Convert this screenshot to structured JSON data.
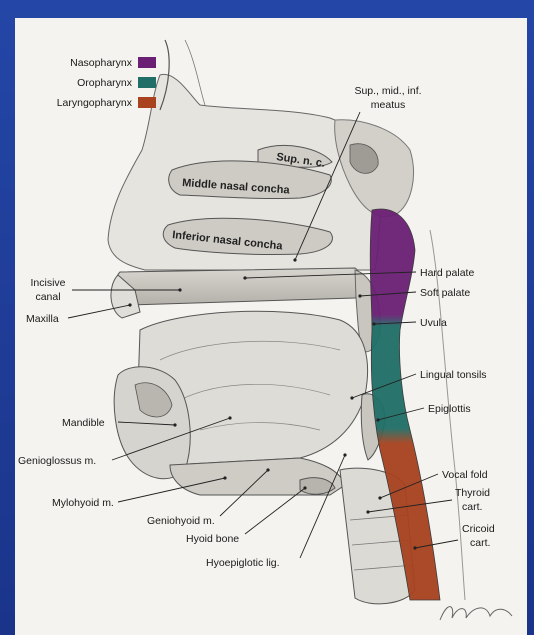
{
  "legend": [
    {
      "label": "Nasopharynx",
      "color": "#6b1f74"
    },
    {
      "label": "Oropharynx",
      "color": "#1f6f68"
    },
    {
      "label": "Laryngopharynx",
      "color": "#a8421f"
    }
  ],
  "labels": {
    "meatus_line1": "Sup., mid., inf.",
    "meatus_line2": "meatus",
    "sup_nc": "Sup. n. c.",
    "middle_concha": "Middle nasal concha",
    "inferior_concha": "Inferior nasal concha",
    "hard_palate": "Hard palate",
    "soft_palate": "Soft palate",
    "uvula": "Uvula",
    "lingual_tonsils": "Lingual tonsils",
    "epiglottis": "Epiglottis",
    "vocal_fold": "Vocal fold",
    "thyroid_line1": "Thyroid",
    "thyroid_line2": "cart.",
    "cricoid_line1": "Cricoid",
    "cricoid_line2": "cart.",
    "incisive_line1": "Incisive",
    "incisive_line2": "canal",
    "maxilla": "Maxilla",
    "mandible": "Mandible",
    "genioglossus": "Genioglossus m.",
    "mylohyoid": "Mylohyoid m.",
    "geniohyoid": "Geniohyoid m.",
    "hyoid_bone": "Hyoid bone",
    "hyoepiglottic": "Hyoepiglotic lig."
  },
  "colors": {
    "background_blue": "#1d3a8f",
    "panel": "#f4f3ef"
  }
}
